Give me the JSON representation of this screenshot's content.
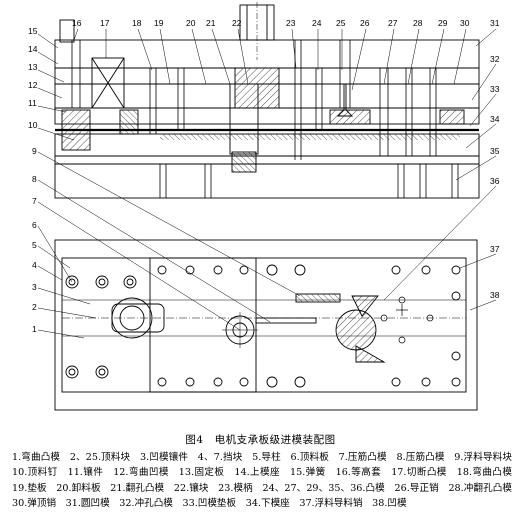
{
  "labels": {
    "l1": "1",
    "l2": "2",
    "l3": "3",
    "l4": "4",
    "l5": "5",
    "l6": "6",
    "l7": "7",
    "l8": "8",
    "l9": "9",
    "l10": "10",
    "l11": "11",
    "l12": "12",
    "l13": "13",
    "l14": "14",
    "l15": "15",
    "l16": "16",
    "l17": "17",
    "l18": "18",
    "l19": "19",
    "l20": "20",
    "l21": "21",
    "l22": "22",
    "l23": "23",
    "l24": "24",
    "l25": "25",
    "l26": "26",
    "l27": "27",
    "l28": "28",
    "l29": "29",
    "l30": "30",
    "l31": "31",
    "l32": "32",
    "l33": "33",
    "l34": "34",
    "l35": "35",
    "l36": "36",
    "l37": "37",
    "l38": "38"
  },
  "caption": "图4　电机支承板级进模装配图",
  "legend": "1.弯曲凸模　2、25.顶料块　3.凹模镶件　4、7.挡块　5.导柱　6.顶料板　7.压筋凸模　8.压筋凸模　9.浮料导料块　10.顶料钉　11.镶件　12.弯曲凹模　13.固定板　14.上模座　15.弹簧　16.等高套　17.切断凸模　18.弯曲凸模　19.垫板　20.卸料板　21.翻孔凸模　22.镶块　23.模柄　24、27、29、35、36.凸模　26.导正销　28.冲翻孔凸模　30.弹顶销　31.圆凹模　32.冲孔凸模　33.凹模垫板　34.下模座　37.浮料导料销　38.凹模"
}
